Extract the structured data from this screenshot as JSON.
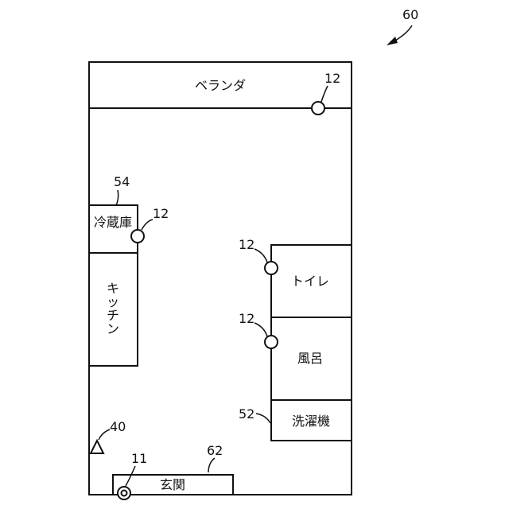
{
  "figure_number": "60",
  "rooms": {
    "veranda": "ベランダ",
    "fridge": "冷蔵庫",
    "kitchen": "キッチン",
    "toilet": "トイレ",
    "bath": "風呂",
    "washer": "洗濯機",
    "entrance": "玄関"
  },
  "references": {
    "sensor_veranda": "12",
    "fridge_ref": "54",
    "sensor_fridge": "12",
    "sensor_toilet": "12",
    "sensor_bath": "12",
    "washer_ref": "52",
    "triangle_ref": "40",
    "entrance_device_ref": "11",
    "entrance_ref": "62"
  }
}
